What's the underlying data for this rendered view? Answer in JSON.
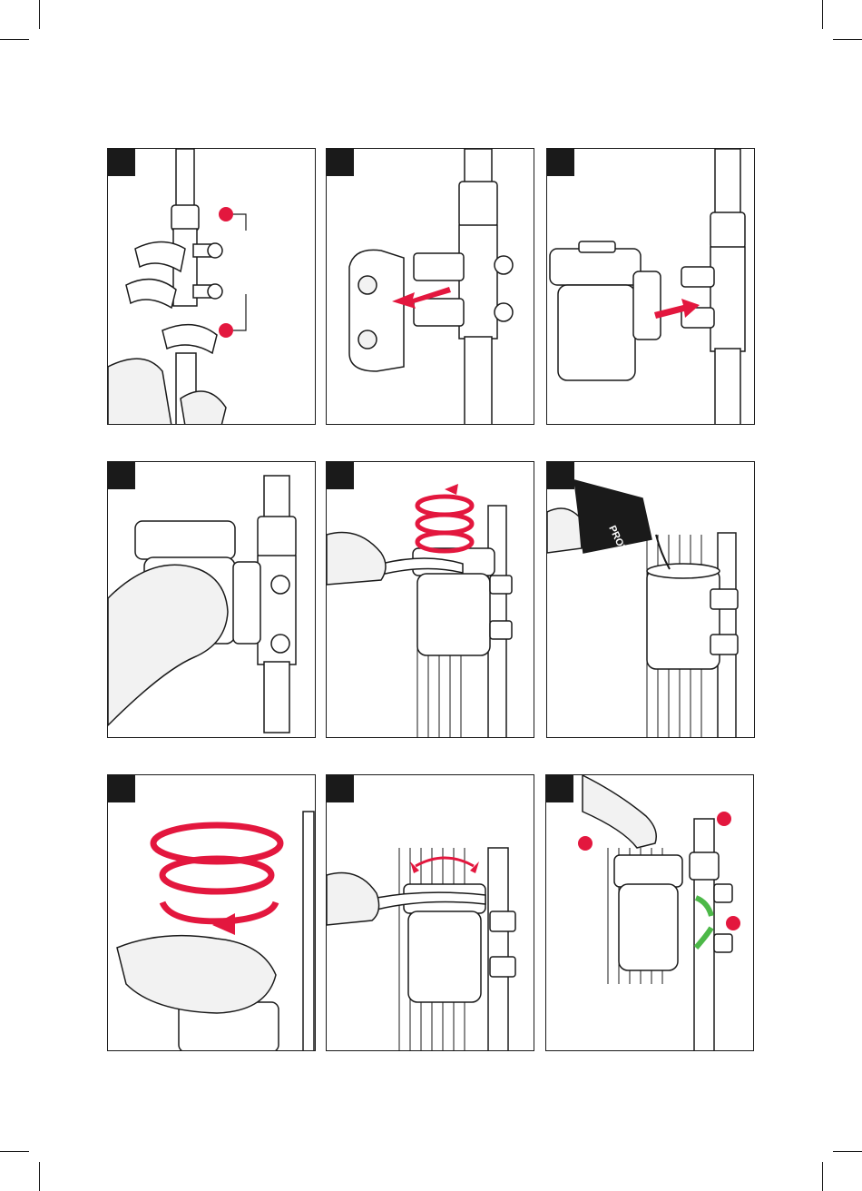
{
  "page": {
    "steps": [
      {
        "number": "",
        "illustration": "wrench-loosening-valve-connectors"
      },
      {
        "number": "",
        "illustration": "remove-spacer-block"
      },
      {
        "number": "",
        "illustration": "attach-filter-to-valves"
      },
      {
        "number": "",
        "illustration": "hand-tightening-filter-to-valves"
      },
      {
        "number": "",
        "illustration": "spanner-unscrewing-cap"
      },
      {
        "number": "",
        "illustration": "pour-protector-into-filter"
      },
      {
        "number": "",
        "illustration": "screw-cap-by-hand"
      },
      {
        "number": "",
        "illustration": "spanner-tightening-cap"
      },
      {
        "number": "",
        "illustration": "open-valves-and-bleed"
      }
    ],
    "bottle_label": "PROTECTOR",
    "colors": {
      "accent": "#e3173e",
      "valve_open": "#4cb848",
      "line": "#1a1a1a",
      "skin": "#f2f2f2"
    }
  }
}
